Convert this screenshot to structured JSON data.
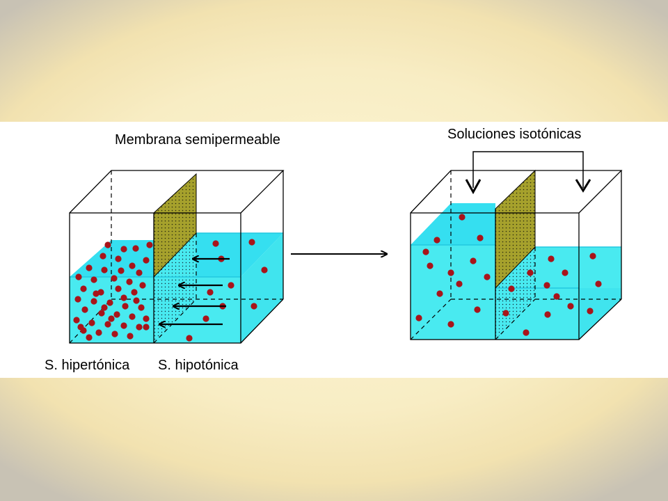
{
  "labels": {
    "membrane": "Membrana semipermeable",
    "isotonic": "Soluciones isotónicas",
    "hypertonic": "S. hipertónica",
    "hypotonic": "S. hipotónica"
  },
  "colors": {
    "water": "#49eaf0",
    "water_top": "#35dff0",
    "membrane": "#a6a12c",
    "particle": "#a8141a",
    "panel": "#ffffff"
  },
  "before": {
    "left_particles": 48,
    "right_particles": 10
  },
  "after": {
    "left_particles": 13,
    "right_particles": 13
  }
}
